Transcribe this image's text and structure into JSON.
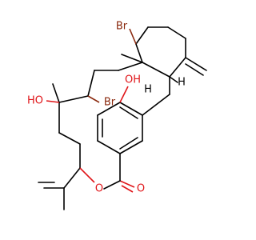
{
  "colors": {
    "bond": "#000000",
    "bromine": "#8b2a0f",
    "oxygen": "#e0161a",
    "hydrogen": "#000000"
  },
  "atom_labels": {
    "br_top": "Br",
    "br_mid": "Br",
    "oh_top": "OH",
    "ho_left": "HO",
    "h_ring": "H",
    "h_junction": "H",
    "o_ester": "O",
    "o_carbonyl": "O"
  }
}
